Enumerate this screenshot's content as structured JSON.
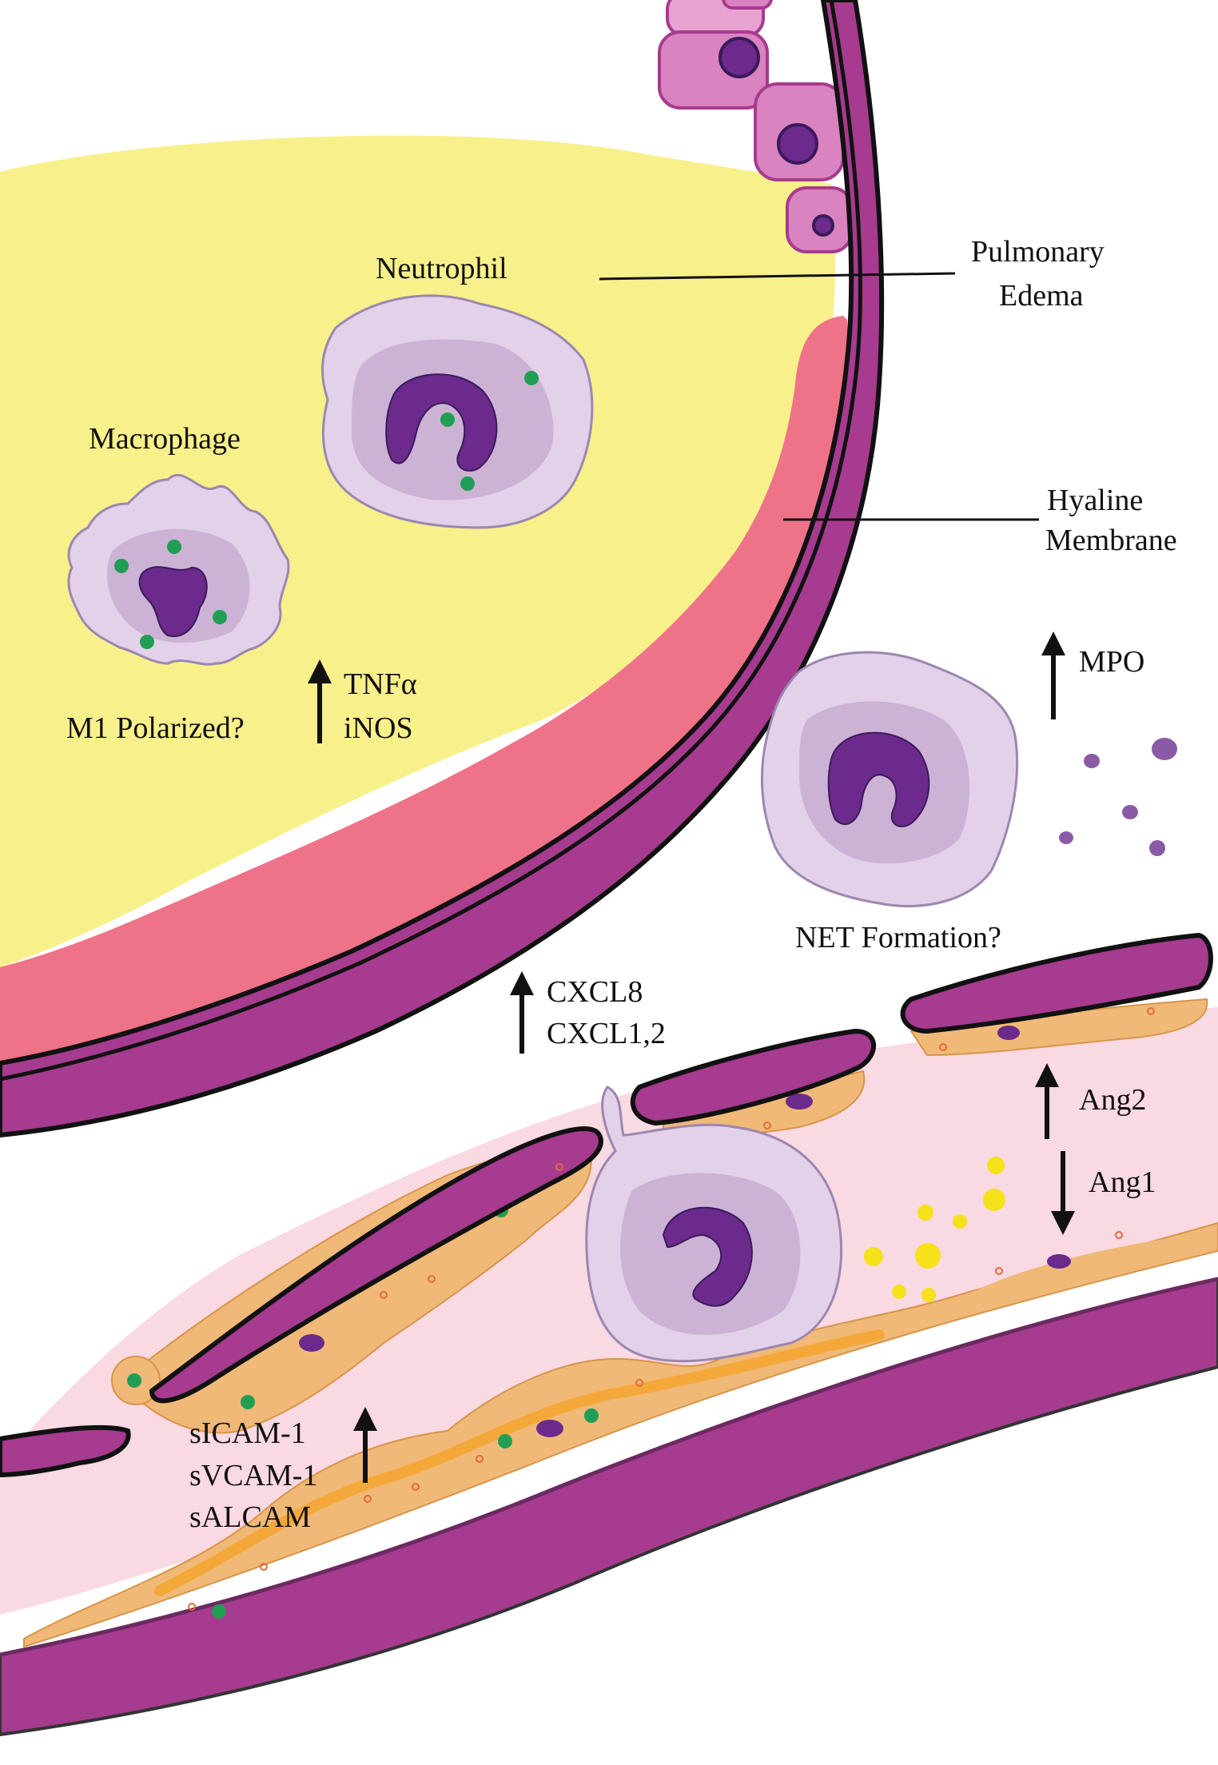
{
  "labels": {
    "neutrophil": "Neutrophil",
    "macrophage": "Macrophage",
    "m1_polarized": "M1 Polarized?",
    "tnfa": "TNFα",
    "inos": "iNOS",
    "pulmonary": "Pulmonary",
    "edema": "Edema",
    "hyaline": "Hyaline",
    "membrane": "Membrane",
    "mpo": "MPO",
    "net_formation": "NET Formation?",
    "cxcl8": "CXCL8",
    "cxcl12": "CXCL1,2",
    "ang2": "Ang2",
    "ang1": "Ang1",
    "sicam": "sICAM-1",
    "svcam": "sVCAM-1",
    "salcam": "sALCAM"
  },
  "colors": {
    "edema_fluid": "#f8f08a",
    "hyaline_membrane": "#ee7389",
    "basement_wall": "#a63b8f",
    "capillary_lumen": "#f9d9e2",
    "endothelium": "#f0b978",
    "endothelium_core": "#f5a83a",
    "cell_outer": "#e2d1e8",
    "cell_inner": "#ccb3d5",
    "nucleus": "#6b2a8c",
    "granule": "#1f9e54",
    "mpo_particle": "#8a5aa6",
    "ang_particle": "#f5e21a",
    "epithelial_cell": "#d983c0"
  }
}
